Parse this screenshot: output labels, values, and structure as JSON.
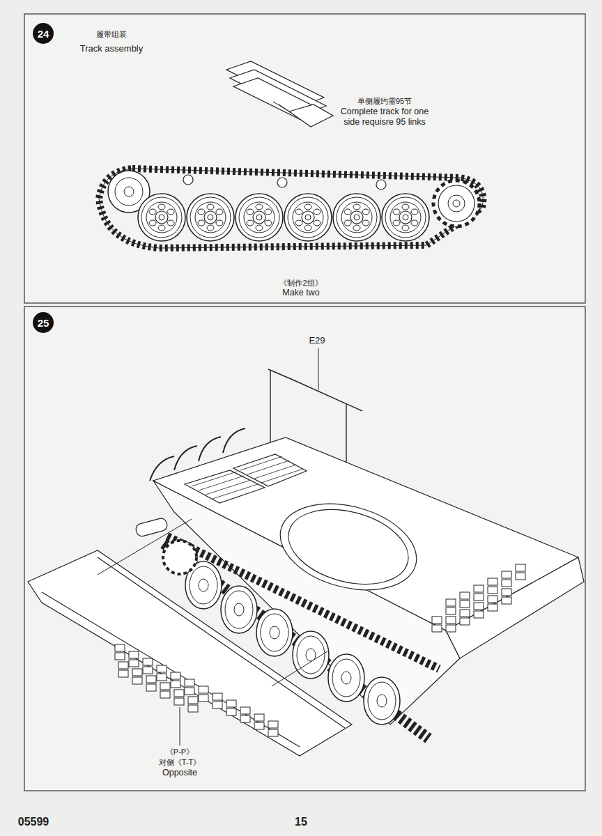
{
  "diagram": {
    "nodes": [
      {
        "text": [
          "24"
        ]
      },
      {
        "text": [
          "25"
        ]
      }
    ],
    "labels": [
      "履带组装",
      "Track assembly",
      "单侧履约需95节",
      "Complete track for one side requisre 95 links",
      "《制作2组》",
      "Make two",
      "E29",
      "《P-P》",
      "对侧《T-T》",
      "Opposite",
      "05599",
      "15"
    ]
  }
}
